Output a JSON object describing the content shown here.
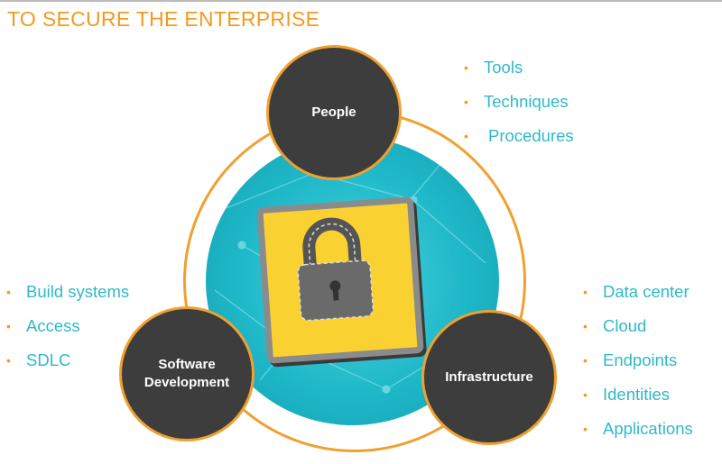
{
  "title": "TO SECURE THE ENTERPRISE",
  "nodes": {
    "people": "People",
    "software": "Software Development",
    "infrastructure": "Infrastructure"
  },
  "people_items": [
    "Tools",
    "Techniques",
    "Procedures"
  ],
  "software_items": [
    "Build systems",
    "Access",
    "SDLC"
  ],
  "infrastructure_items": [
    "Data center",
    "Cloud",
    "Endpoints",
    "Identities",
    "Applications"
  ],
  "colors": {
    "accent": "#f39a1e",
    "teal": "#2fb9c9",
    "node": "#3d3d3d"
  }
}
